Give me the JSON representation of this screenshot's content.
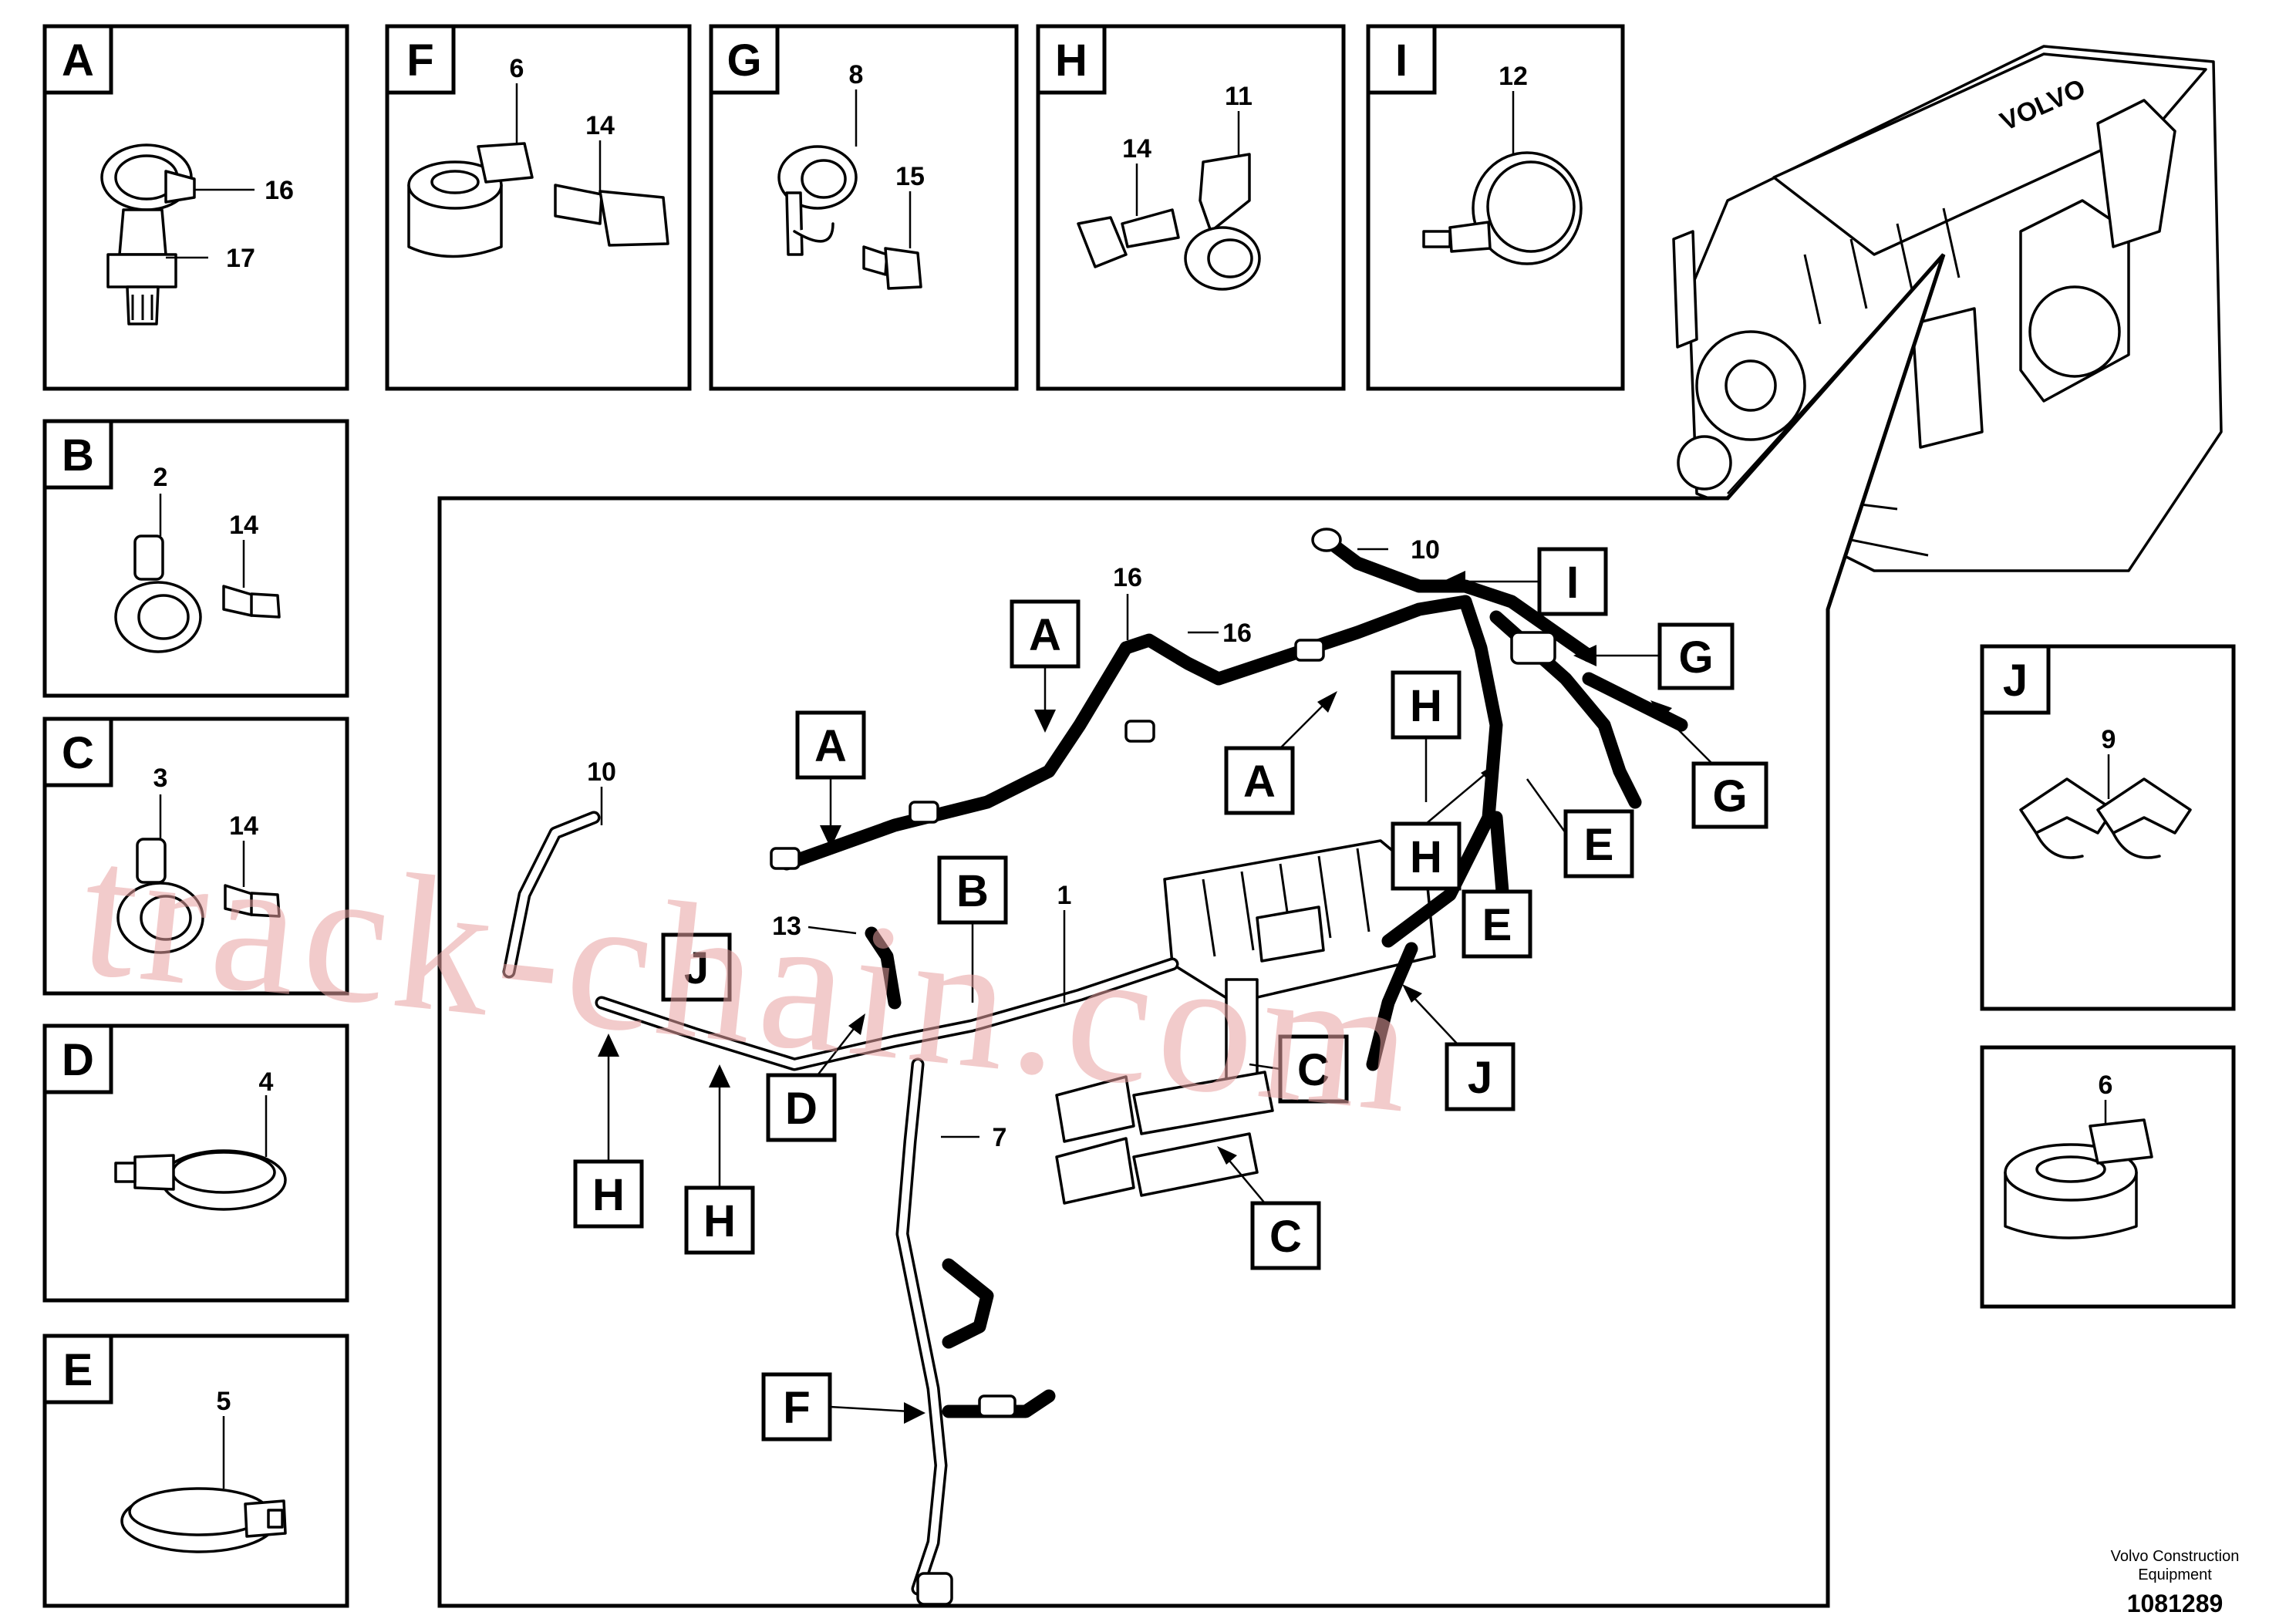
{
  "panels": {
    "A": {
      "letter": "A",
      "parts": [
        "16",
        "17"
      ]
    },
    "B": {
      "letter": "B",
      "parts": [
        "2",
        "14"
      ]
    },
    "C": {
      "letter": "C",
      "parts": [
        "3",
        "14"
      ]
    },
    "D": {
      "letter": "D",
      "parts": [
        "4"
      ]
    },
    "E": {
      "letter": "E",
      "parts": [
        "5"
      ]
    },
    "F": {
      "letter": "F",
      "parts": [
        "6",
        "14"
      ]
    },
    "G": {
      "letter": "G",
      "parts": [
        "8",
        "15"
      ]
    },
    "H": {
      "letter": "H",
      "parts": [
        "14",
        "11"
      ]
    },
    "I": {
      "letter": "I",
      "parts": [
        "12"
      ]
    },
    "J": {
      "letter": "J",
      "parts": [
        "9"
      ]
    },
    "K": {
      "letter": "",
      "parts": [
        "6"
      ]
    }
  },
  "main": {
    "part_numbers": [
      "10",
      "16",
      "16",
      "10",
      "13",
      "1",
      "7"
    ],
    "tags": [
      "I",
      "G",
      "G",
      "A",
      "A",
      "A",
      "H",
      "H",
      "E",
      "E",
      "B",
      "J",
      "J",
      "C",
      "C",
      "D",
      "H",
      "H",
      "F"
    ]
  },
  "footer": {
    "company": "Volvo Construction Equipment",
    "company_line1": "Volvo Construction",
    "company_line2": "Equipment",
    "drawing_number": "1081289"
  },
  "watermark": "track-chain.com",
  "colors": {
    "watermark": "#e8a0a0",
    "ink": "#000000",
    "background": "#ffffff"
  }
}
